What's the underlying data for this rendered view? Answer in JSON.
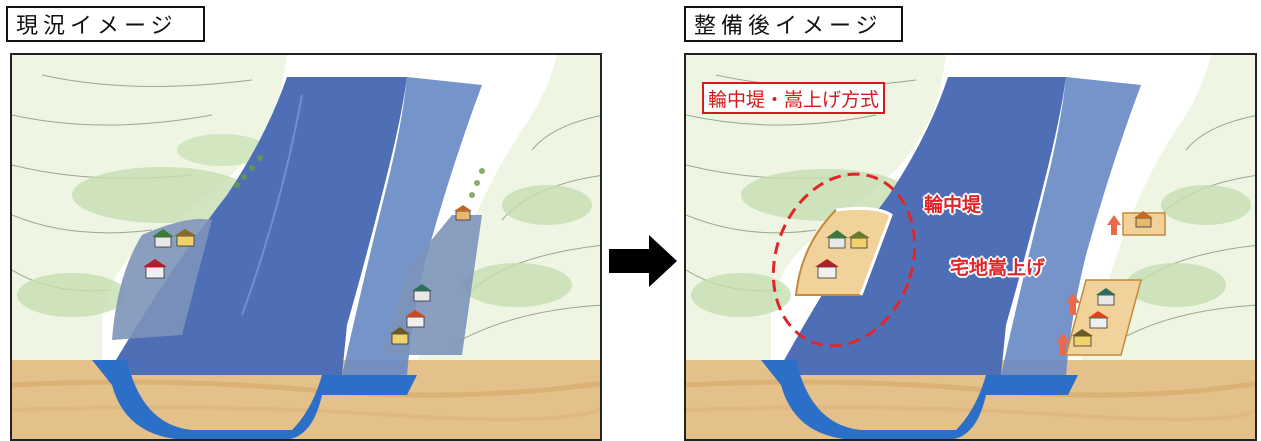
{
  "title_before": "現況イメージ",
  "title_after": "整備後イメージ",
  "after": {
    "scheme_label": "輪中堤・嵩上げ方式",
    "label_ring_levee": "輪中堤",
    "label_land_raising": "宅地嵩上げ"
  },
  "colors": {
    "river": "#4e6fb6",
    "river_deep": "#2c6fc9",
    "soil": "#e4c18a",
    "vegetation": "#cfe4b7",
    "raised_ground": "#f1d29a",
    "annotation_red": "#e0262a"
  }
}
